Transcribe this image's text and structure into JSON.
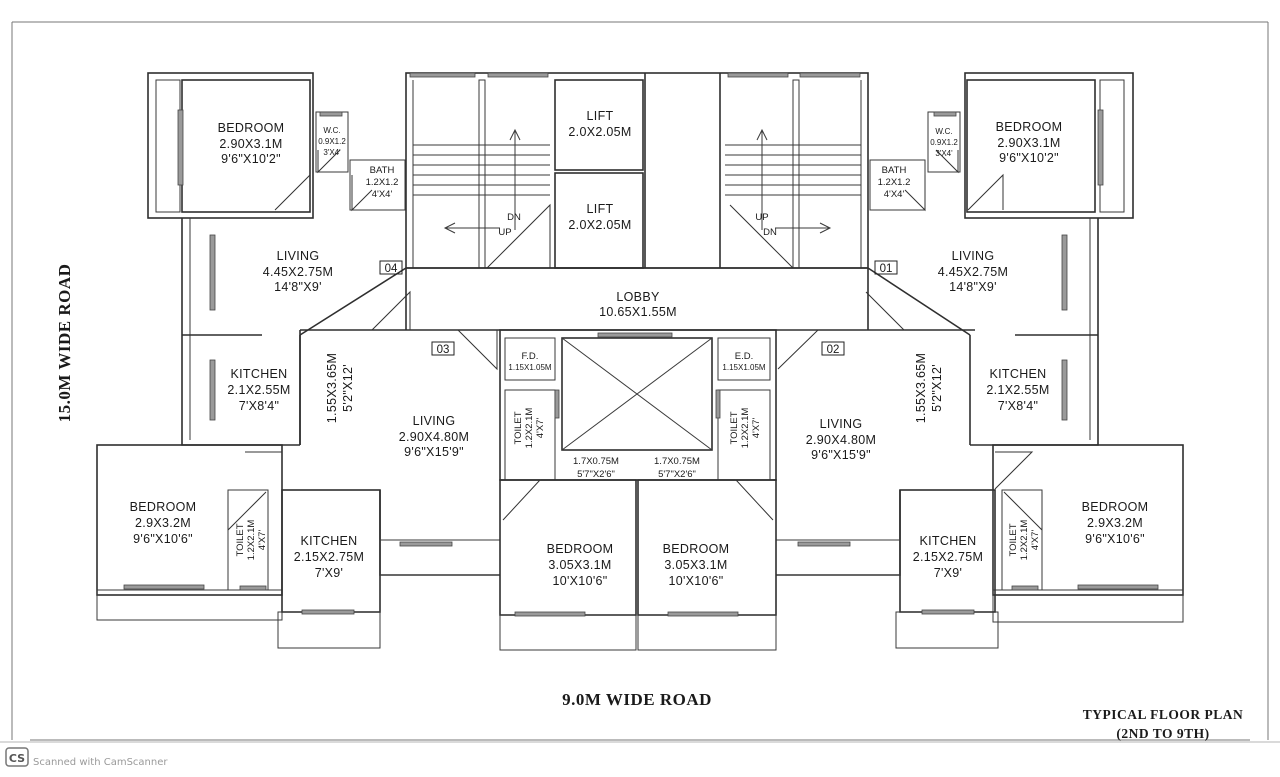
{
  "roads": {
    "side": "15.0M WIDE ROAD",
    "front": "9.0M WIDE ROAD"
  },
  "plan_title": {
    "line1": "TYPICAL FLOOR PLAN",
    "line2": "(2ND TO 9TH)"
  },
  "watermark": {
    "logo": "CS",
    "text": "Scanned with CamScanner"
  },
  "units": {
    "u01": "01",
    "u02": "02",
    "u03": "03",
    "u04": "04"
  },
  "core": {
    "lift1": {
      "name": "LIFT",
      "size": "2.0X2.05M"
    },
    "lift2": {
      "name": "LIFT",
      "size": "2.0X2.05M"
    },
    "lobby": {
      "name": "LOBBY",
      "size": "10.65X1.55M"
    },
    "fd": {
      "name": "F.D.",
      "size": "1.15X1.05M"
    },
    "ed": {
      "name": "E.D.",
      "size": "1.15X1.05M"
    },
    "stair_left": {
      "dn": "DN",
      "up": "UP"
    },
    "stair_right": {
      "up": "UP",
      "dn": "DN"
    }
  },
  "unit04": {
    "bedroom": {
      "name": "BEDROOM",
      "m": "2.90X3.1M",
      "ft": "9'6\"X10'2\""
    },
    "wc": {
      "name": "W.C.",
      "m": "0.9X1.2",
      "ft": "3'X4'"
    },
    "bath": {
      "name": "BATH",
      "m": "1.2X1.2",
      "ft": "4'X4'"
    },
    "living": {
      "name": "LIVING",
      "m": "4.45X2.75M",
      "ft": "14'8\"X9'"
    },
    "kitchen": {
      "name": "KITCHEN",
      "m": "2.1X2.55M",
      "ft": "7'X8'4\""
    }
  },
  "unit01": {
    "bedroom": {
      "name": "BEDROOM",
      "m": "2.90X3.1M",
      "ft": "9'6\"X10'2\""
    },
    "wc": {
      "name": "W.C.",
      "m": "0.9X1.2",
      "ft": "3'X4'"
    },
    "bath": {
      "name": "BATH",
      "m": "1.2X1.2",
      "ft": "4'X4'"
    },
    "living": {
      "name": "LIVING",
      "m": "4.45X2.75M",
      "ft": "14'8\"X9'"
    },
    "kitchen": {
      "name": "KITCHEN",
      "m": "2.1X2.55M",
      "ft": "7'X8'4\""
    }
  },
  "unit03": {
    "balcony": {
      "m": "1.55X3.65M",
      "ft": "5'2\"X12'"
    },
    "living": {
      "name": "LIVING",
      "m": "2.90X4.80M",
      "ft": "9'6\"X15'9\""
    },
    "toilet_a": {
      "name": "TOILET",
      "m": "1.2X2.1M",
      "ft": "4'X7'"
    },
    "toilet_b": {
      "name": "TOILET",
      "m": "1.2X2.1M",
      "ft": "4'X7'"
    },
    "bedroom_a": {
      "name": "BEDROOM",
      "m": "2.9X3.2M",
      "ft": "9'6\"X10'6\""
    },
    "kitchen": {
      "name": "KITCHEN",
      "m": "2.15X2.75M",
      "ft": "7'X9'"
    },
    "passage": {
      "m": "1.7X0.75M",
      "ft": "5'7\"X2'6\""
    },
    "bedroom_b": {
      "name": "BEDROOM",
      "m": "3.05X3.1M",
      "ft": "10'X10'6\""
    }
  },
  "unit02": {
    "balcony": {
      "m": "1.55X3.65M",
      "ft": "5'2\"X12'"
    },
    "living": {
      "name": "LIVING",
      "m": "2.90X4.80M",
      "ft": "9'6\"X15'9\""
    },
    "toilet_a": {
      "name": "TOILET",
      "m": "1.2X2.1M",
      "ft": "4'X7'"
    },
    "toilet_b": {
      "name": "TOILET",
      "m": "1.2X2.1M",
      "ft": "4'X7'"
    },
    "bedroom_a": {
      "name": "BEDROOM",
      "m": "2.9X3.2M",
      "ft": "9'6\"X10'6\""
    },
    "kitchen": {
      "name": "KITCHEN",
      "m": "2.15X2.75M",
      "ft": "7'X9'"
    },
    "passage": {
      "m": "1.7X0.75M",
      "ft": "5'7\"X2'6\""
    },
    "bedroom_b": {
      "name": "BEDROOM",
      "m": "3.05X3.1M",
      "ft": "10'X10'6\""
    }
  }
}
